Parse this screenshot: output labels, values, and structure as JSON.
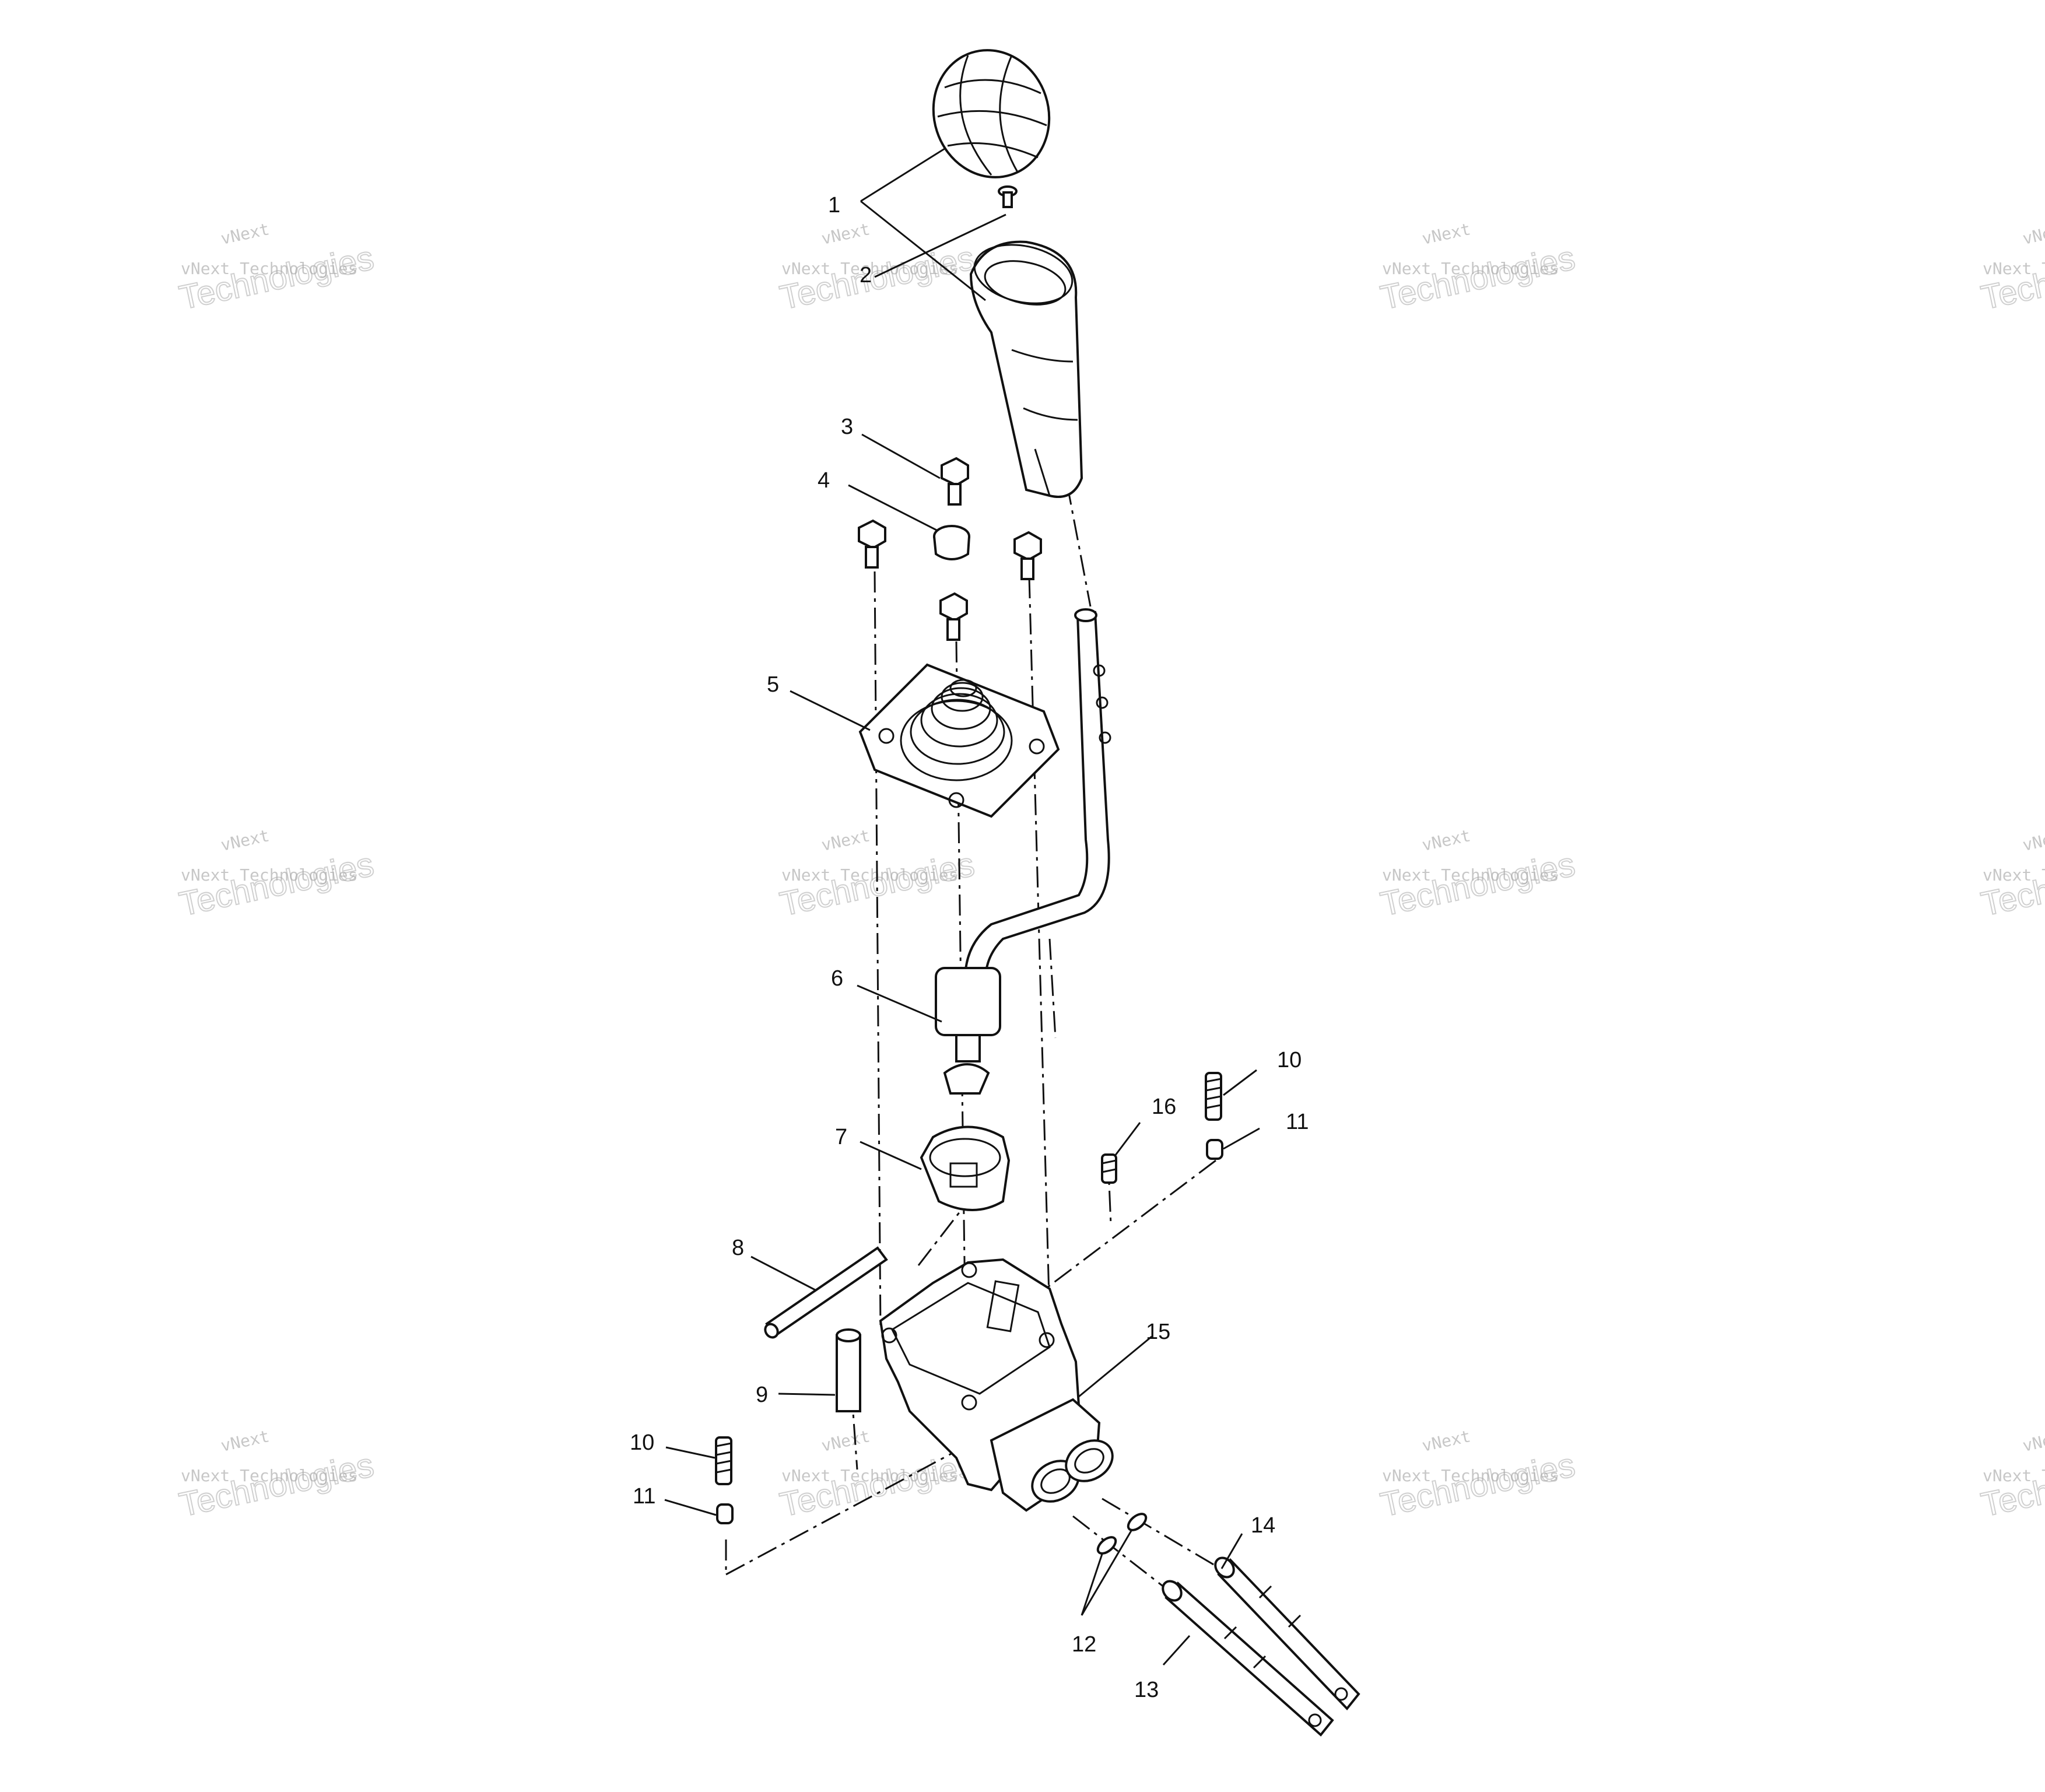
{
  "callouts": [
    {
      "label": "1"
    },
    {
      "label": "2"
    },
    {
      "label": "3"
    },
    {
      "label": "4"
    },
    {
      "label": "5"
    },
    {
      "label": "6"
    },
    {
      "label": "7"
    },
    {
      "label": "8"
    },
    {
      "label": "9"
    },
    {
      "label": "10"
    },
    {
      "label": "11"
    },
    {
      "label": "16"
    },
    {
      "label": "15"
    },
    {
      "label": "10"
    },
    {
      "label": "11"
    },
    {
      "label": "14"
    },
    {
      "label": "12"
    },
    {
      "label": "13"
    }
  ],
  "watermark": {
    "line1": "vNext",
    "line2": "vNext Technologies",
    "line3": "Technologies"
  }
}
